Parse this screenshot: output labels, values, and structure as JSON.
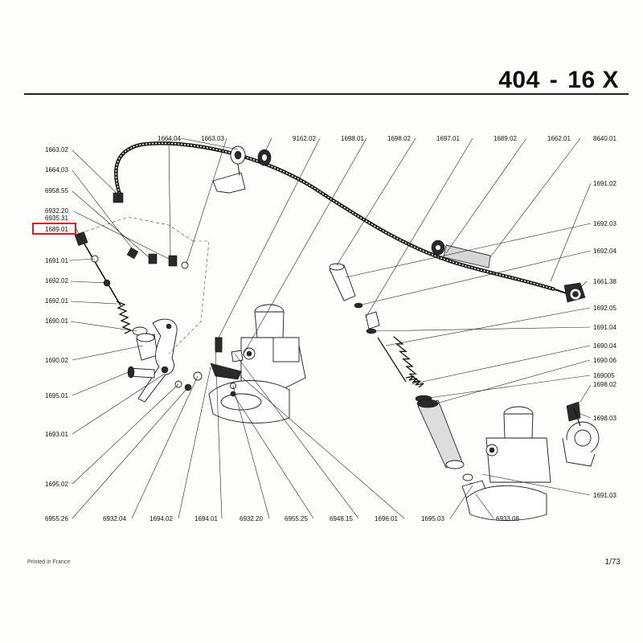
{
  "header": {
    "model": "404",
    "separator": "-",
    "variant": "16 X"
  },
  "footer": {
    "printed": "Printed in France",
    "page": "1/73"
  },
  "highlight": {
    "label": "1689.01",
    "color": "#d61f26"
  },
  "labels": {
    "l1663_02": "1663.02",
    "l1664_03": "1664.03",
    "l6958_55": "6958.55",
    "l6932_20a": "6932.20",
    "l6935_31": "6935.31",
    "l1689_01": "1689.01",
    "l1691_01": "1691.01",
    "l1692_02": "1692.02",
    "l1692_01": "1692.01",
    "l1690_01": "1690.01",
    "l1690_02": "1690.02",
    "l1695_01": "1695.01",
    "l1693_01": "1693.01",
    "l1695_02": "1695.02",
    "l6955_26": "6955.26",
    "l6932_04": "6932.04",
    "l1694_02": "1694.02",
    "l1694_01": "1694.01",
    "l6932_20b": "6932.20",
    "l6955_25": "6955.25",
    "l6948_15": "6948.15",
    "l1696_01": "1696.01",
    "l1695_03": "1695.03",
    "l6933_08": "6933.08",
    "l1691_03": "1691.03",
    "l1698_03": "1698.03",
    "l1698_02r": "1698.02",
    "l169005": "169005",
    "l1690_06": "1690.06",
    "l1690_04": "1690.04",
    "l1691_04": "1691.04",
    "l1692_05": "1692.05",
    "l1661_38": "1661.38",
    "l1692_04": "1692.04",
    "l1692_03": "1692.03",
    "l1691_02": "1691.02",
    "l8640_01": "8640.01",
    "l1664_04": "1664.04",
    "l1663_03": "1663.03",
    "l9162_02": "9162.02",
    "l1698_01": "1698.01",
    "l1698_02t": "1698.02",
    "l1697_01": "1697.01",
    "l1689_02": "1689.02",
    "l1662_01": "1662.01"
  }
}
